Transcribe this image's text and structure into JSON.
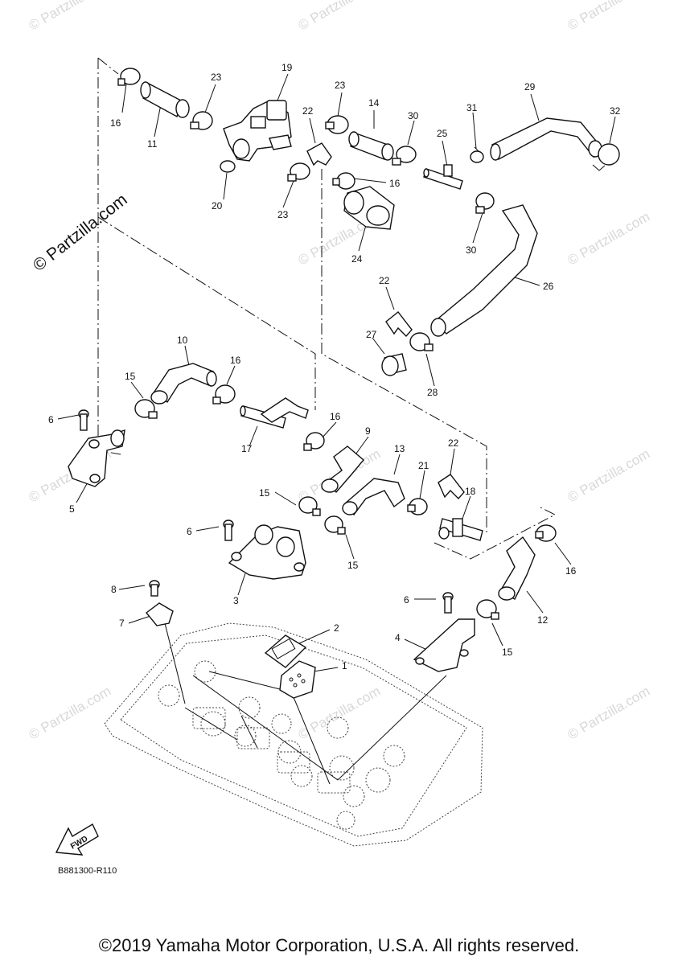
{
  "watermark": "© Partzilla.com",
  "diagram_code": "B881300-R110",
  "fwd_label": "FWD",
  "copyright": "©2019 Yamaha Motor Corporation, U.S.A. All rights reserved.",
  "callouts": [
    "1",
    "2",
    "3",
    "4",
    "5",
    "6",
    "7",
    "8",
    "9",
    "10",
    "11",
    "12",
    "13",
    "14",
    "15",
    "16",
    "17",
    "18",
    "19",
    "20",
    "21",
    "22",
    "23",
    "24",
    "25",
    "26",
    "27",
    "28",
    "29",
    "30",
    "31",
    "32"
  ]
}
